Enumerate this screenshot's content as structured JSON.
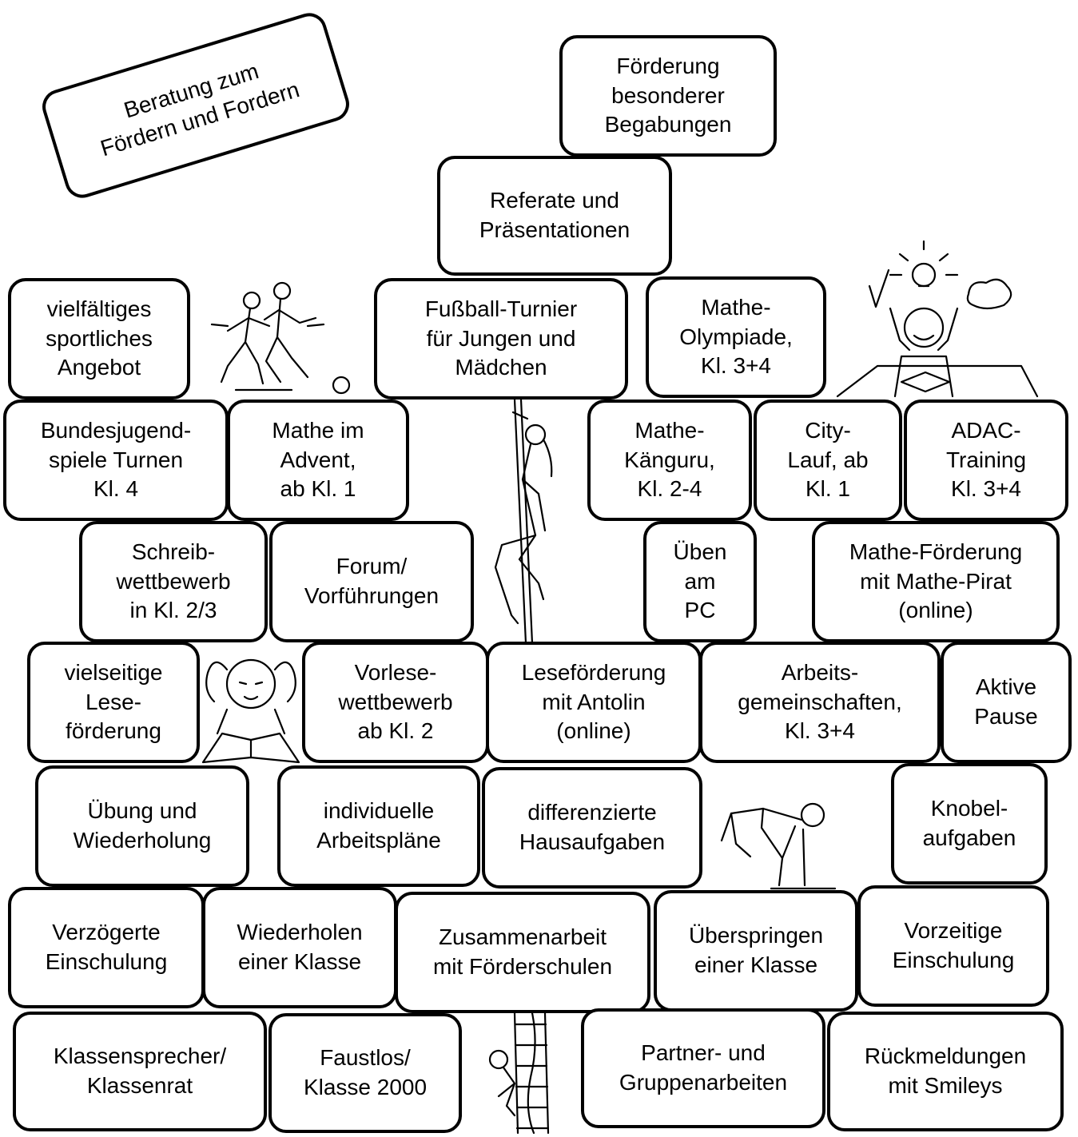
{
  "title": "Beratung zum\nFördern und Fordern",
  "boxes": {
    "begabungen": "Förderung\nbesonderer\nBegabungen",
    "referate": "Referate und\nPräsentationen",
    "sport": "vielfältiges\nsportliches\nAngebot",
    "fussball": "Fußball-Turnier\nfür Jungen und\nMädchen",
    "olympiade": "Mathe-\nOlympiade,\nKl. 3+4",
    "bundesjugend": "Bundesjugend-\nspiele Turnen\nKl. 4",
    "advent": "Mathe im\nAdvent,\nab Kl. 1",
    "kaenguru": "Mathe-\nKänguru,\nKl. 2-4",
    "citylauf": "City-\nLauf, ab\nKl. 1",
    "adac": "ADAC-\nTraining\nKl. 3+4",
    "schreib": "Schreib-\nwettbewerb\nin Kl. 2/3",
    "forum": "Forum/\nVorführungen",
    "pc": "Üben\nam\nPC",
    "pirat": "Mathe-Förderung\nmit Mathe-Pirat\n(online)",
    "lese": "vielseitige\nLese-\nförderung",
    "vorlese": "Vorlese-\nwettbewerb\nab Kl. 2",
    "antolin": "Leseförderung\nmit Antolin\n(online)",
    "ag": "Arbeits-\ngemeinschaften,\nKl. 3+4",
    "pause": "Aktive\nPause",
    "uebung": "Übung und\nWiederholung",
    "arbeitsplaene": "individuelle\nArbeitspläne",
    "hausaufgaben": "differenzierte\nHausaufgaben",
    "knobel": "Knobel-\naufgaben",
    "verzoegert": "Verzögerte\nEinschulung",
    "wiederholen": "Wiederholen\neiner Klasse",
    "foerderschulen": "Zusammenarbeit\nmit Förderschulen",
    "ueberspringen": "Überspringen\neiner Klasse",
    "vorzeitig": "Vorzeitige\nEinschulung",
    "klassenrat": "Klassensprecher/\nKlassenrat",
    "faustlos": "Faustlos/\nKlasse 2000",
    "partner": "Partner- und\nGruppenarbeiten",
    "smileys": "Rückmeldungen\nmit Smileys"
  }
}
